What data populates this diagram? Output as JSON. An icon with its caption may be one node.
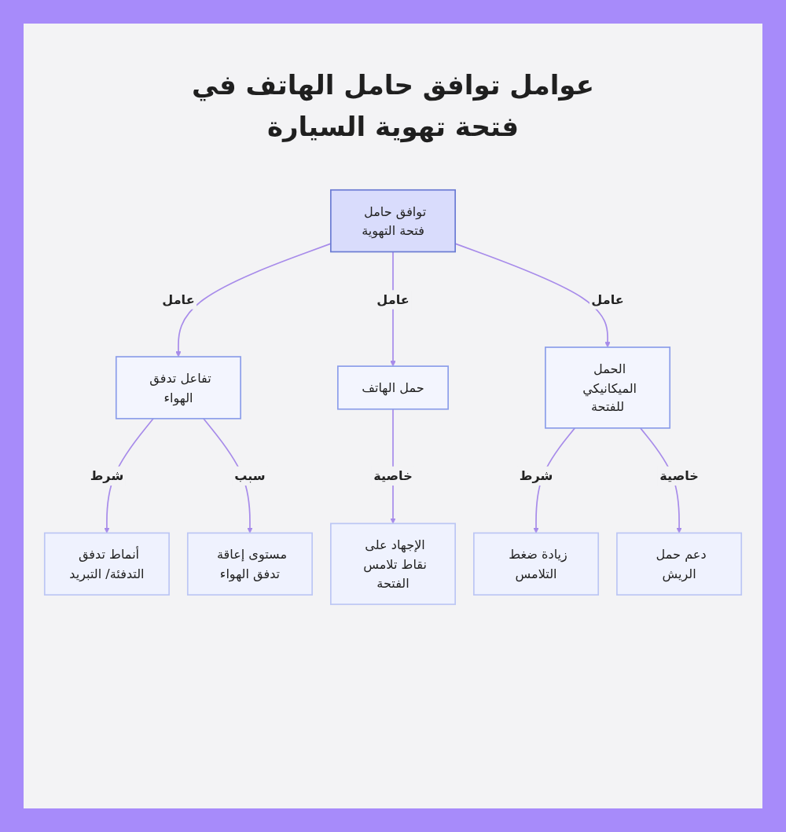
{
  "diagram": {
    "title": "عوامل توافق حامل الهاتف في فتحة تهوية السيارة",
    "nodes": [
      {
        "text": [
          "توافق حامل فتحة التهوية"
        ]
      },
      {
        "text": [
          "تفاعل تدفق الهواء"
        ]
      },
      {
        "text": [
          "حمل الهاتف"
        ]
      },
      {
        "text": [
          "الحمل الميكانيكي للفتحة"
        ]
      },
      {
        "text": [
          "أنماط تدفق التدفئة/ التبريد"
        ]
      },
      {
        "text": [
          "مستوى إعاقة تدفق الهواء"
        ]
      },
      {
        "text": [
          "الإجهاد على نقاط تلامس الفتحة"
        ]
      },
      {
        "text": [
          "زيادة ضغط التلامس"
        ]
      },
      {
        "text": [
          "دعم حمل الريش"
        ]
      }
    ],
    "edges": [
      {
        "from": 0,
        "to": 1,
        "arrow": "to",
        "label": "عامل"
      },
      {
        "from": 0,
        "to": 2,
        "arrow": "to",
        "label": "عامل"
      },
      {
        "from": 0,
        "to": 3,
        "arrow": "to",
        "label": "عامل"
      },
      {
        "from": 1,
        "to": 4,
        "arrow": "to",
        "label": "شرط"
      },
      {
        "from": 1,
        "to": 5,
        "arrow": "to",
        "label": "سبب"
      },
      {
        "from": 2,
        "to": 6,
        "arrow": "to",
        "label": "خاصية"
      },
      {
        "from": 3,
        "to": 7,
        "arrow": "to",
        "label": "شرط"
      },
      {
        "from": 3,
        "to": 8,
        "arrow": "to",
        "label": "خاصية"
      }
    ]
  }
}
